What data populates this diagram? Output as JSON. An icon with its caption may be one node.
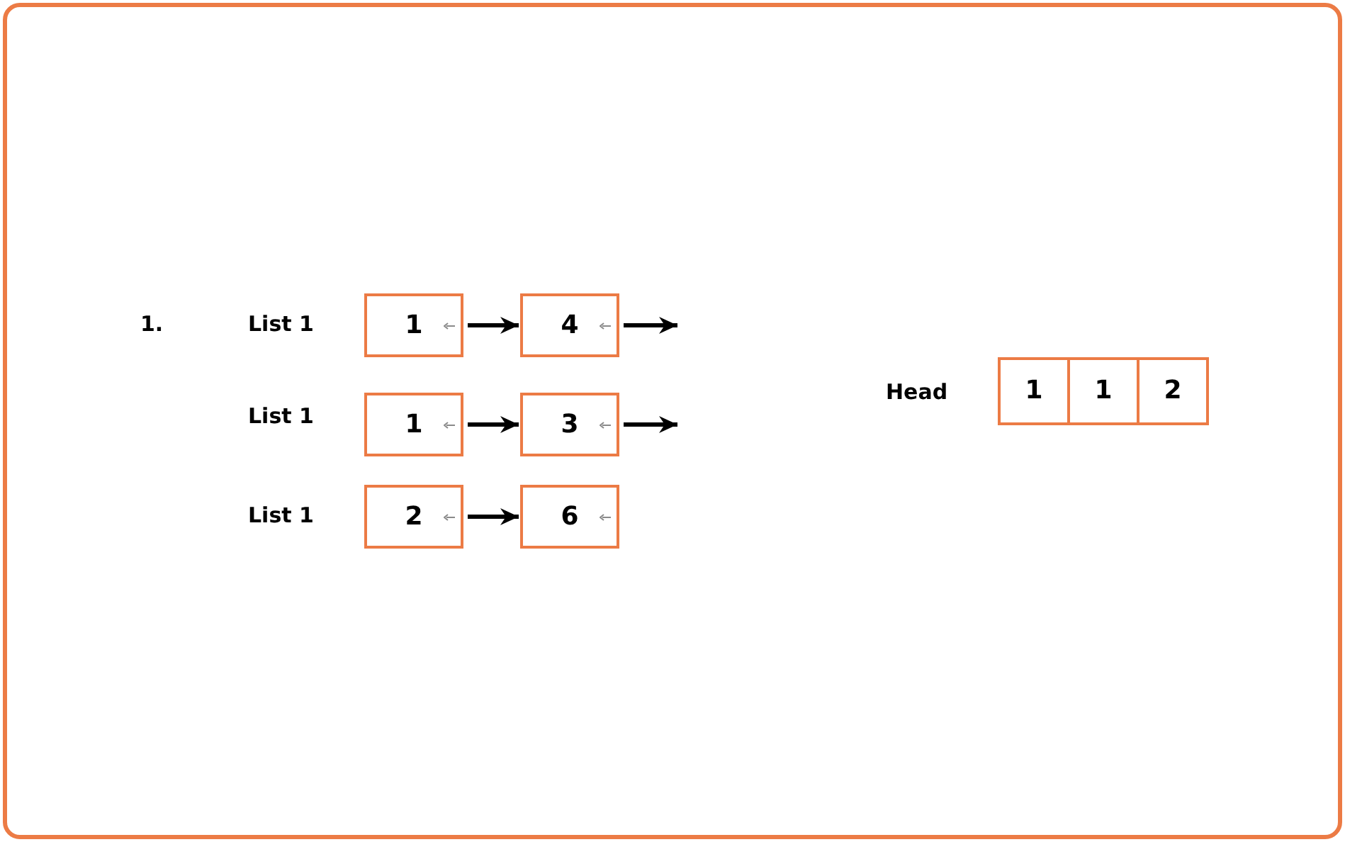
{
  "diagram": {
    "nodes": [
      {
        "text": [
          "1"
        ]
      },
      {
        "text": [
          "4"
        ]
      },
      {
        "text": [
          "1"
        ]
      },
      {
        "text": [
          "3"
        ]
      },
      {
        "text": [
          "2"
        ]
      },
      {
        "text": [
          "6"
        ]
      },
      {
        "text": [
          "1"
        ]
      },
      {
        "text": [
          "1"
        ]
      },
      {
        "text": [
          "2"
        ]
      }
    ],
    "edges": [
      {
        "from": 0,
        "to": 1,
        "arrow": "to"
      },
      {
        "from": 1,
        "to": null,
        "arrow": "to"
      },
      {
        "from": 2,
        "to": 3,
        "arrow": "to"
      },
      {
        "from": 3,
        "to": null,
        "arrow": "to"
      },
      {
        "from": 4,
        "to": 5,
        "arrow": "to"
      }
    ],
    "labels": [
      "1.",
      "List 1",
      "List 1",
      "List 1",
      "Head"
    ]
  }
}
